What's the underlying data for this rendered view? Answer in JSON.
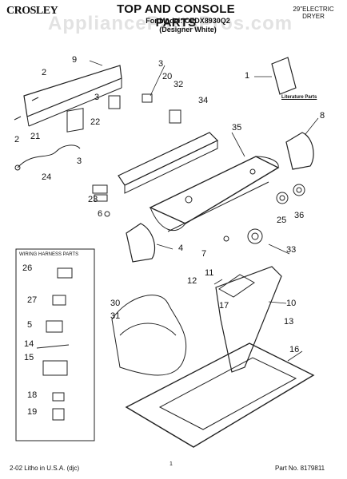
{
  "header": {
    "brand": "CROSLEY",
    "title": "TOP AND CONSOLE PARTS",
    "model": "For Model: CEDX8930Q2",
    "color": "(Designer White)",
    "dryer_type": "29\"ELECTRIC\nDRYER",
    "watermark": "AppliancePartsPros.com"
  },
  "labels": {
    "literature": "Literature Parts",
    "wiring_harness": "WIRING HARNESS PARTS"
  },
  "callouts": [
    {
      "id": "c1",
      "text": "1"
    },
    {
      "id": "c2a",
      "text": "2"
    },
    {
      "id": "c2b",
      "text": "2"
    },
    {
      "id": "c3a",
      "text": "3"
    },
    {
      "id": "c3b",
      "text": "3"
    },
    {
      "id": "c3c",
      "text": "3"
    },
    {
      "id": "c4",
      "text": "4"
    },
    {
      "id": "c5",
      "text": "5"
    },
    {
      "id": "c6",
      "text": "6"
    },
    {
      "id": "c7",
      "text": "7"
    },
    {
      "id": "c8",
      "text": "8"
    },
    {
      "id": "c9",
      "text": "9"
    },
    {
      "id": "c10",
      "text": "10"
    },
    {
      "id": "c11",
      "text": "11"
    },
    {
      "id": "c12",
      "text": "12"
    },
    {
      "id": "c13",
      "text": "13"
    },
    {
      "id": "c14",
      "text": "14"
    },
    {
      "id": "c15",
      "text": "15"
    },
    {
      "id": "c16",
      "text": "16"
    },
    {
      "id": "c17",
      "text": "17"
    },
    {
      "id": "c18",
      "text": "18"
    },
    {
      "id": "c19",
      "text": "19"
    },
    {
      "id": "c20",
      "text": "20"
    },
    {
      "id": "c21",
      "text": "21"
    },
    {
      "id": "c22",
      "text": "22"
    },
    {
      "id": "c23",
      "text": "23"
    },
    {
      "id": "c24",
      "text": "24"
    },
    {
      "id": "c25",
      "text": "25"
    },
    {
      "id": "c26",
      "text": "26"
    },
    {
      "id": "c27",
      "text": "27"
    },
    {
      "id": "c30",
      "text": "30"
    },
    {
      "id": "c31",
      "text": "31"
    },
    {
      "id": "c32",
      "text": "32"
    },
    {
      "id": "c33",
      "text": "33"
    },
    {
      "id": "c34",
      "text": "34"
    },
    {
      "id": "c35",
      "text": "35"
    },
    {
      "id": "c36",
      "text": "36"
    }
  ],
  "footer": {
    "left": "2-02 Litho in U.S.A. (djc)",
    "center": "1",
    "right": "Part No. 8179811"
  }
}
